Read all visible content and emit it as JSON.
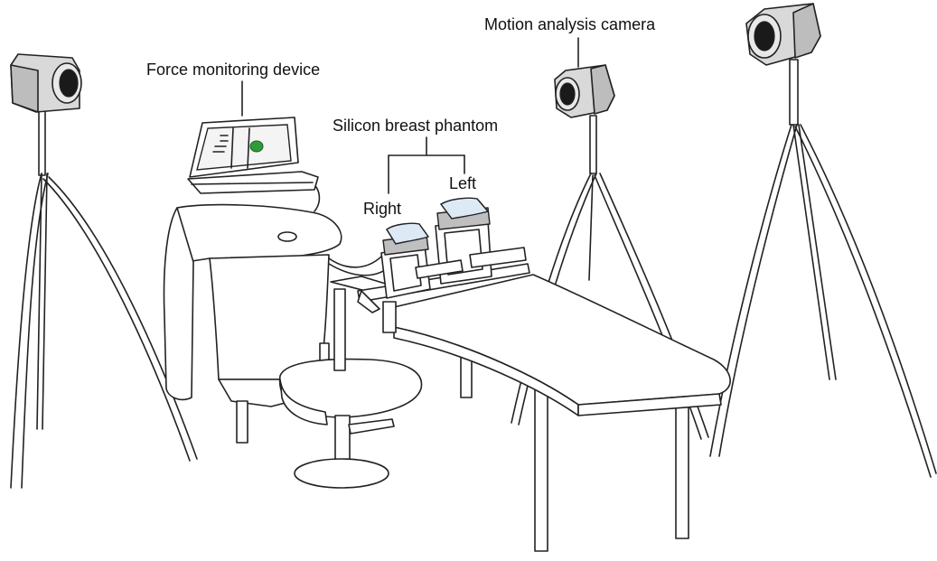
{
  "labels": {
    "force_monitoring_device": "Force monitoring device",
    "motion_analysis_camera": "Motion analysis camera",
    "silicon_breast_phantom": "Silicon breast phantom",
    "right": "Right",
    "left": "Left"
  },
  "colors": {
    "phantom": "#c9dcee",
    "phantom_top": "#dde9f5",
    "screen_dot": "#2e9c3a"
  }
}
